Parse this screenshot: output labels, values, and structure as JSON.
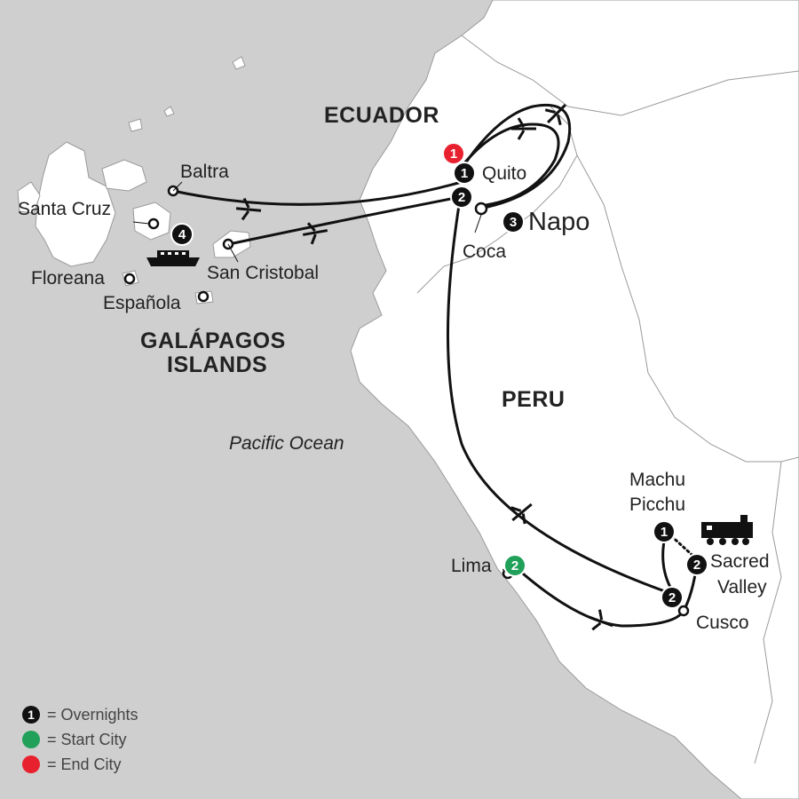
{
  "countries": {
    "ecuador": "ECUADOR",
    "peru": "PERU"
  },
  "islands_title": {
    "line1": "GALÁPAGOS",
    "line2": "ISLANDS"
  },
  "ocean": "Pacific Ocean",
  "cities": {
    "baltra": "Baltra",
    "santa_cruz": "Santa Cruz",
    "floreana": "Floreana",
    "espanola": "Española",
    "san_cristobal": "San Cristobal",
    "quito": "Quito",
    "coca": "Coca",
    "napo": "Napo",
    "lima": "Lima",
    "machu_picchu_1": "Machu",
    "machu_picchu_2": "Picchu",
    "sacred_valley_1": "Sacred",
    "sacred_valley_2": "Valley",
    "cusco": "Cusco"
  },
  "overnights": {
    "quito_end": "1",
    "quito": "1",
    "quito_2": "2",
    "napo": "3",
    "galapagos_cruise": "4",
    "lima": "2",
    "machu_picchu": "1",
    "sacred_valley": "2",
    "cusco": "2"
  },
  "legend": {
    "overnights": {
      "symbol": "1",
      "text": "= Overnights"
    },
    "start": {
      "text": "= Start City"
    },
    "end": {
      "text": "= End City"
    }
  },
  "colors": {
    "ocean": "#cfcfcf",
    "land": "#ffffff",
    "route": "#111111",
    "start_city": "#21a05a",
    "end_city": "#e8212e"
  },
  "icons": {
    "plane": "plane-icon",
    "ship": "ship-icon",
    "train": "train-icon"
  }
}
